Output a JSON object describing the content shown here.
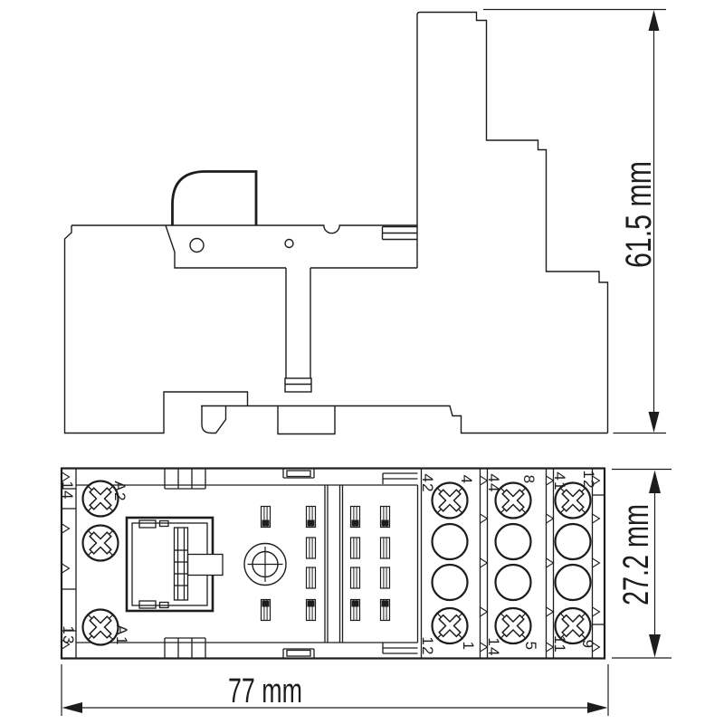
{
  "dimensions": {
    "height": "61.5 mm",
    "width": "77 mm",
    "depth": "27.2 mm"
  },
  "bottom_view": {
    "left_block": {
      "corner_top": "14",
      "top": "A2",
      "corner_bottom": "13",
      "bottom": "A1"
    },
    "columns": [
      {
        "top_left": "42",
        "top_right": "4",
        "bottom_left": "12",
        "bottom_right": "1"
      },
      {
        "top_left": "44",
        "top_right": "8",
        "bottom_left": "14",
        "bottom_right": "5"
      },
      {
        "top_left": "41",
        "top_right": "12",
        "bottom_left": "11",
        "bottom_right": "9"
      }
    ]
  },
  "icons": {
    "screw_terminal": "circle-with-cross-screw-icon",
    "wire_hole": "open-circle-hole",
    "center_marker": "circled-crosshair-icon",
    "guide_wedge": "right-pointing-wedge-marker"
  },
  "colors": {
    "line": "#1d1d1b",
    "background": "#ffffff"
  }
}
